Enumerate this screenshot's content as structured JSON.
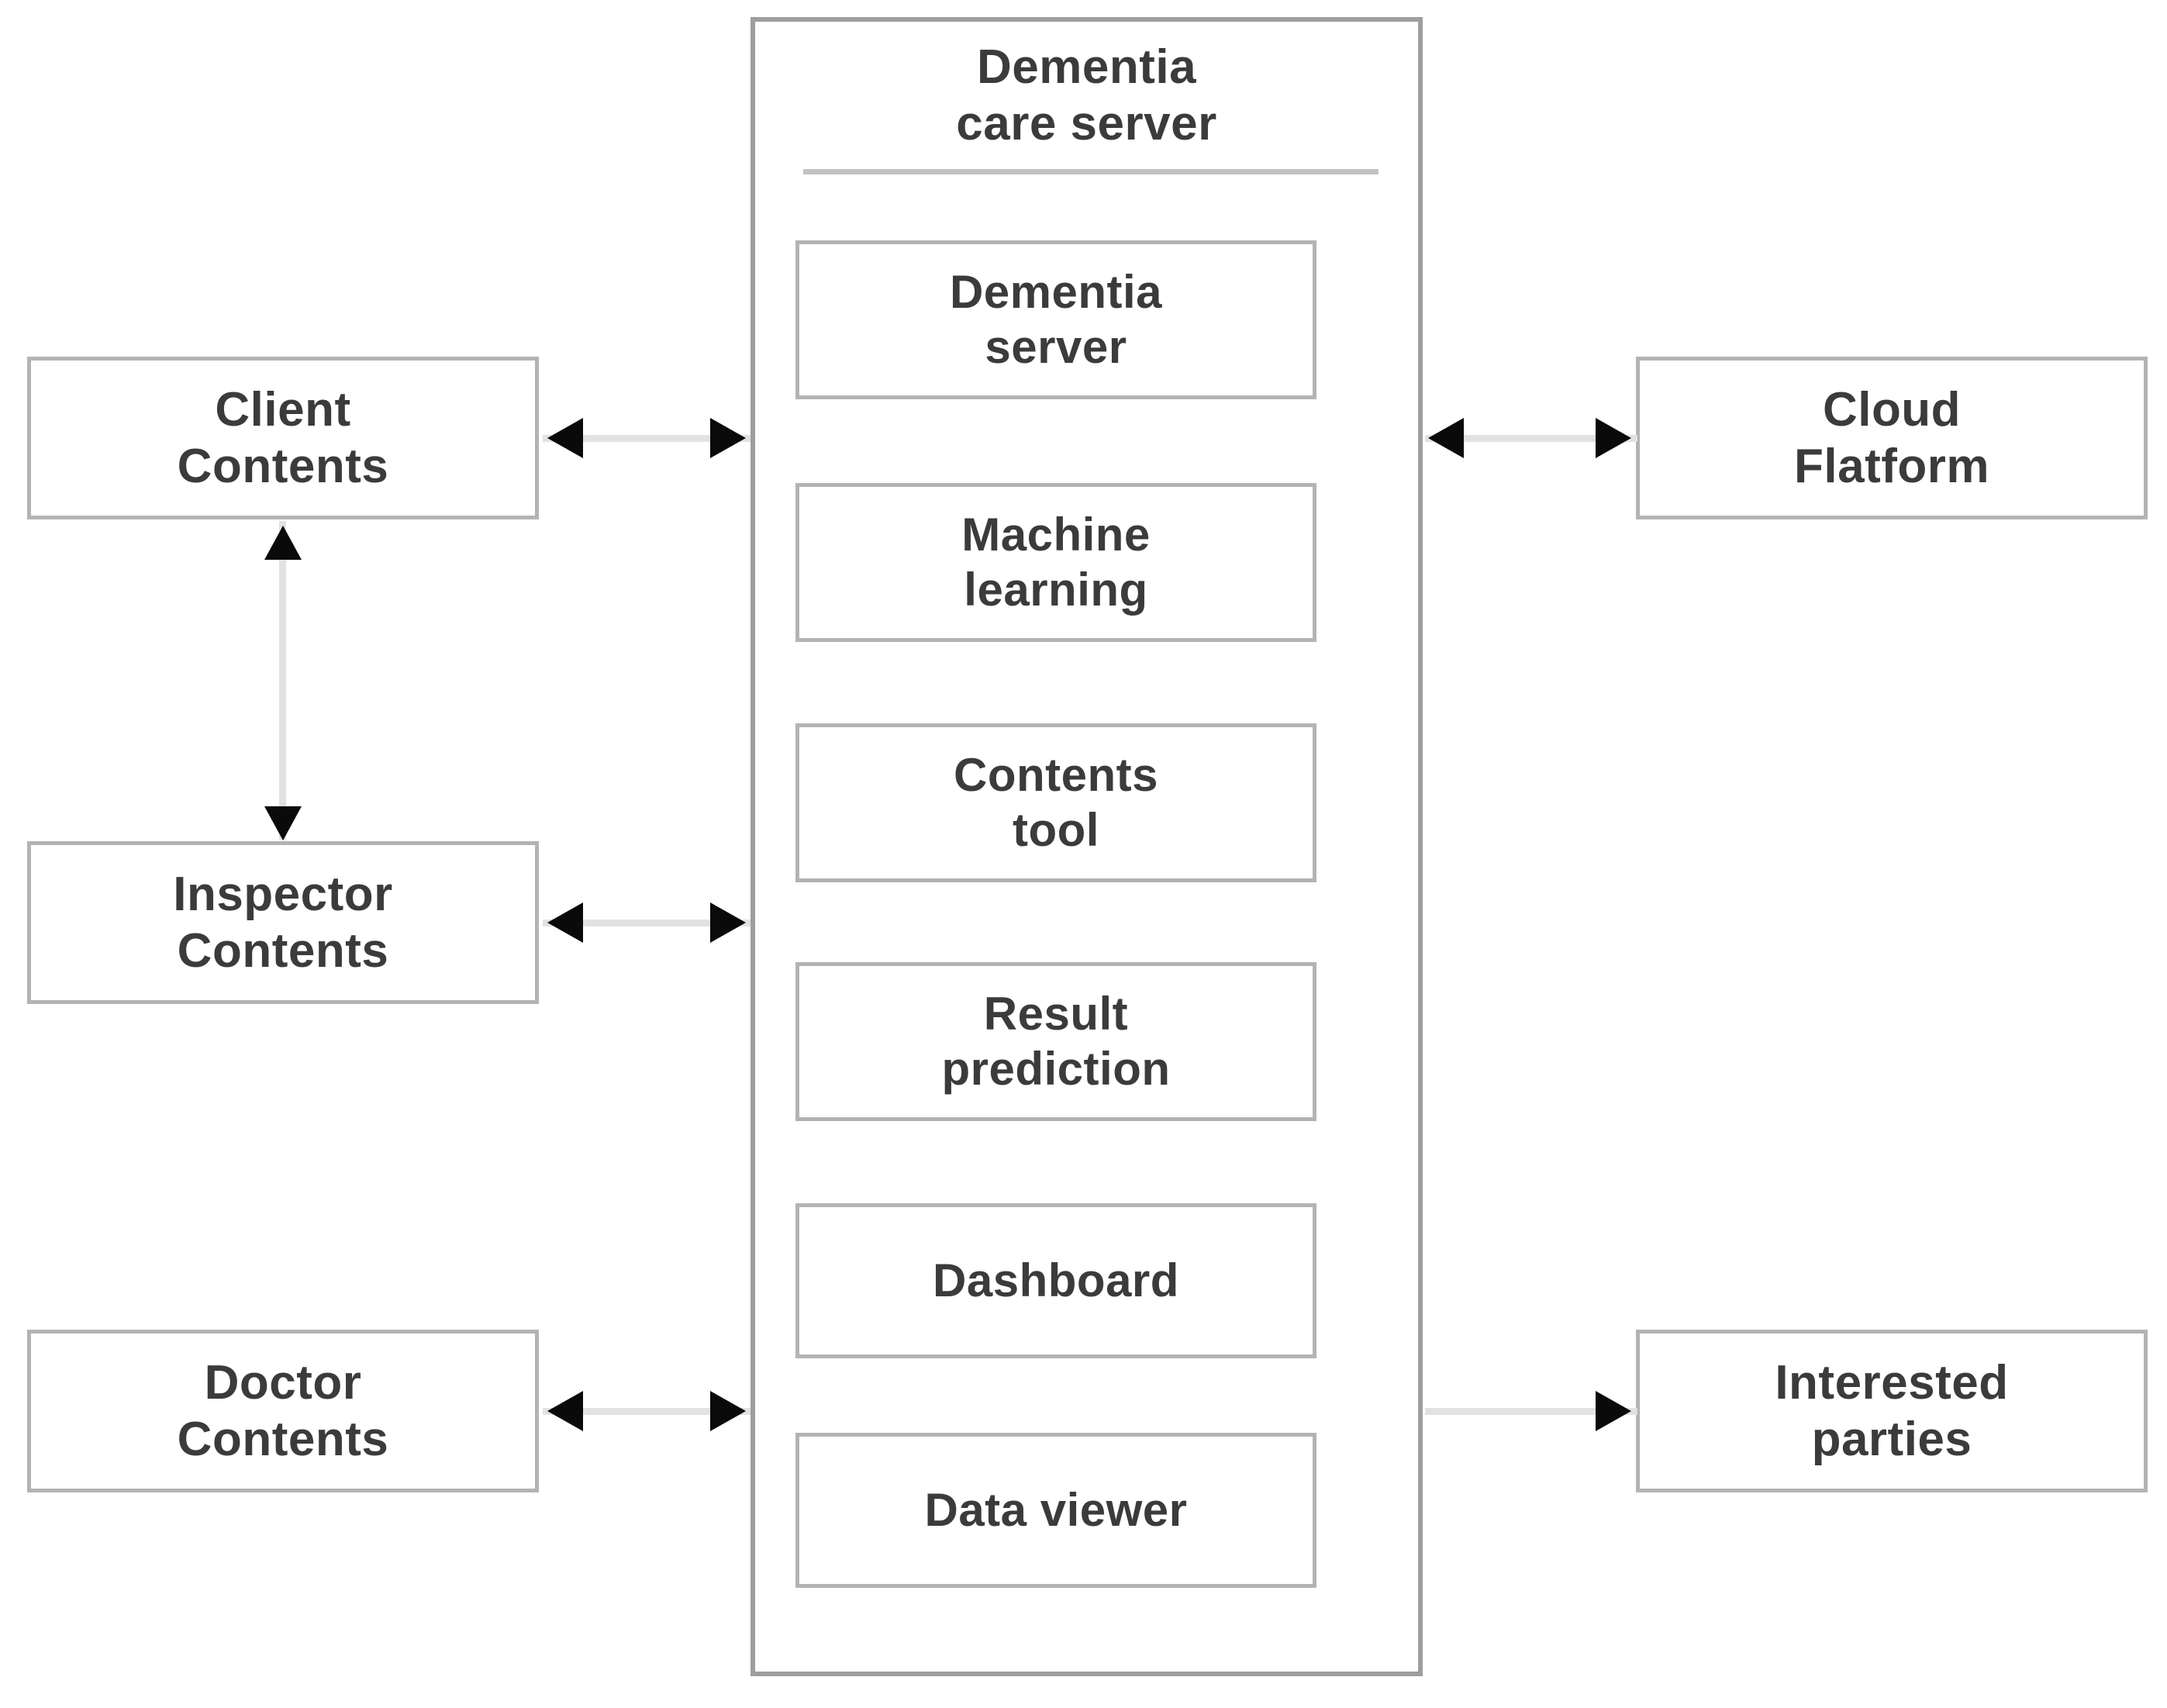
{
  "diagram": {
    "type": "block-architecture",
    "background_color": "#ffffff",
    "box_border_color": "#b3b3b3",
    "text_color": "#3b3b3b",
    "connector_line_color": "#e2e2e2",
    "arrow_head_color": "#0a0a0a"
  },
  "left_column": {
    "boxes": [
      {
        "id": "client-contents",
        "label": "Client\nContents"
      },
      {
        "id": "inspector-contents",
        "label": "Inspector\nContents"
      },
      {
        "id": "doctor-contents",
        "label": "Doctor\nContents"
      }
    ]
  },
  "center": {
    "title": "Dementia\ncare server",
    "modules": [
      {
        "id": "dementia-server",
        "label": "Dementia\nserver"
      },
      {
        "id": "machine-learning",
        "label": "Machine\nlearning"
      },
      {
        "id": "contents-tool",
        "label": "Contents\ntool"
      },
      {
        "id": "result-prediction",
        "label": "Result\nprediction"
      },
      {
        "id": "dashboard",
        "label": "Dashboard"
      },
      {
        "id": "data-viewer",
        "label": "Data viewer"
      }
    ]
  },
  "right_column": {
    "boxes": [
      {
        "id": "cloud-flatform",
        "label": "Cloud\nFlatform"
      },
      {
        "id": "interested-parties",
        "label": "Interested\nparties"
      }
    ]
  },
  "connectors": [
    {
      "id": "client-to-server",
      "from": "client-contents",
      "to": "dementia-care-server",
      "direction": "bidirectional",
      "orientation": "horizontal"
    },
    {
      "id": "inspector-to-server",
      "from": "inspector-contents",
      "to": "dementia-care-server",
      "direction": "bidirectional",
      "orientation": "horizontal"
    },
    {
      "id": "doctor-to-server",
      "from": "doctor-contents",
      "to": "dementia-care-server",
      "direction": "bidirectional",
      "orientation": "horizontal"
    },
    {
      "id": "client-to-inspector",
      "from": "client-contents",
      "to": "inspector-contents",
      "direction": "bidirectional",
      "orientation": "vertical"
    },
    {
      "id": "server-to-cloud",
      "from": "dementia-care-server",
      "to": "cloud-flatform",
      "direction": "bidirectional",
      "orientation": "horizontal"
    },
    {
      "id": "server-to-parties",
      "from": "dementia-care-server",
      "to": "interested-parties",
      "direction": "forward",
      "orientation": "horizontal"
    }
  ]
}
